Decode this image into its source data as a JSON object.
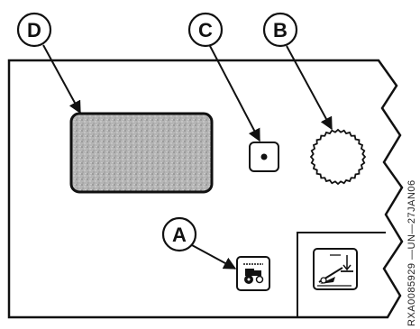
{
  "callouts": {
    "a": "A",
    "b": "B",
    "c": "C",
    "d": "D"
  },
  "side_reference": "RXA0085929 —UN—27JAN06",
  "icons": {
    "indicator_a": "tractor-icon",
    "indicator_c": "dot-icon",
    "indicator_right": "implement-lift-icon",
    "knob_b": "knurled-knob"
  },
  "colors": {
    "line": "#111111",
    "display_fill": "#a9a9a9",
    "background": "#ffffff"
  }
}
